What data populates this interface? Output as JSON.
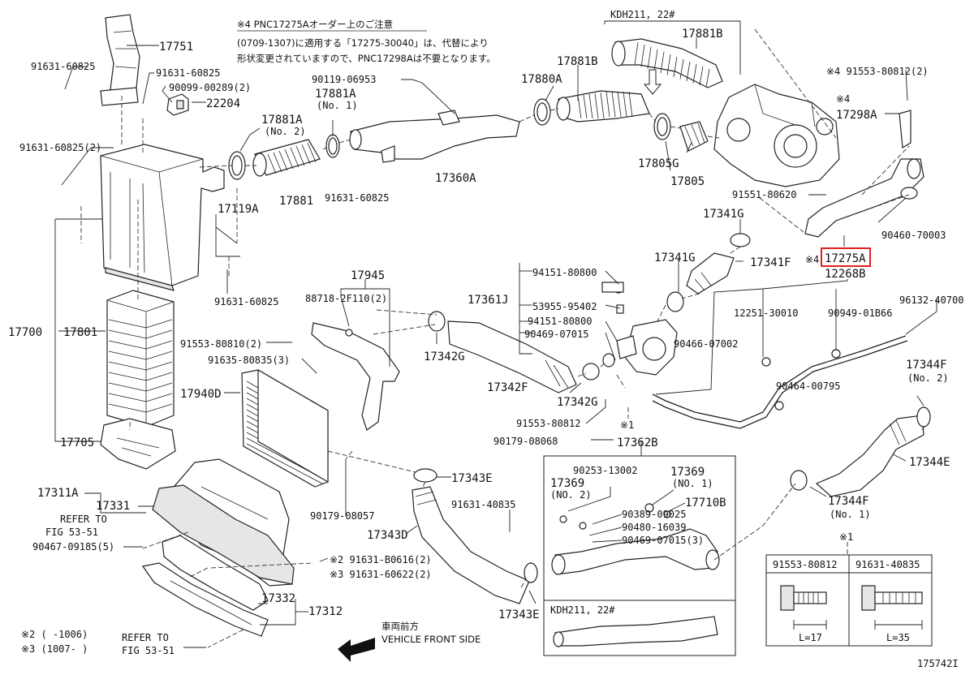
{
  "diagram_id": "175742I",
  "header_note": {
    "title": "※4 PNC17275Aオーダー上のご注意",
    "line1": "(0709-1307)に適用する「17275-30040」は、代替により",
    "line2": "形状変更されていますので、PNC17298Aは不要となります。"
  },
  "variant_labels": {
    "top": "KDH211, 22#",
    "bottom_box": "KDH211, 22#"
  },
  "highlight": {
    "part": "17275A",
    "color": "#e02020"
  },
  "direction": {
    "jp": "車両前方",
    "en": "VEHICLE FRONT SIDE"
  },
  "footnotes": {
    "n2": "※2 (     -1006)",
    "n3": "※3 (1007-     )"
  },
  "detail_box": {
    "marker": "※1",
    "left": {
      "part": "91553-80812",
      "len": "L=17"
    },
    "right": {
      "part": "91631-40835",
      "len": "L=35"
    }
  },
  "labels": [
    {
      "id": "91631-60825-a",
      "text": "91631-60825"
    },
    {
      "id": "17751",
      "text": "17751"
    },
    {
      "id": "91631-60825-b",
      "text": "91631-60825"
    },
    {
      "id": "90099-00289",
      "text": "90099-00289(2)"
    },
    {
      "id": "22204",
      "text": "22204"
    },
    {
      "id": "91631-60825-c",
      "text": "91631-60825(2)"
    },
    {
      "id": "17881A-no2",
      "text": "17881A"
    },
    {
      "id": "no2-a",
      "text": "(No. 2)"
    },
    {
      "id": "17881A-no1",
      "text": "17881A"
    },
    {
      "id": "no1-a",
      "text": "(No. 1)"
    },
    {
      "id": "90119-06953",
      "text": "90119-06953"
    },
    {
      "id": "17880A",
      "text": "17880A"
    },
    {
      "id": "17881B-top",
      "text": "17881B"
    },
    {
      "id": "17881B",
      "text": "17881B"
    },
    {
      "id": "17881",
      "text": "17881"
    },
    {
      "id": "91631-60825-d",
      "text": "91631-60825"
    },
    {
      "id": "17360A",
      "text": "17360A"
    },
    {
      "id": "17805G",
      "text": "17805G"
    },
    {
      "id": "17805",
      "text": "17805"
    },
    {
      "id": "91553-80812-n4",
      "text": "※4 91553-80812(2)"
    },
    {
      "id": "n4-17298A-a",
      "text": "※4"
    },
    {
      "id": "17298A",
      "text": "17298A"
    },
    {
      "id": "91551-80620",
      "text": "91551-80620"
    },
    {
      "id": "90460-70003",
      "text": "90460-70003"
    },
    {
      "id": "17119A",
      "text": "17119A"
    },
    {
      "id": "91631-60825-e",
      "text": "91631-60825"
    },
    {
      "id": "17341G-a",
      "text": "17341G"
    },
    {
      "id": "17341G-b",
      "text": "17341G"
    },
    {
      "id": "17341F",
      "text": "17341F"
    },
    {
      "id": "n4-17275A",
      "text": "※4"
    },
    {
      "id": "17275A",
      "text": "17275A"
    },
    {
      "id": "12268B",
      "text": "12268B"
    },
    {
      "id": "17945",
      "text": "17945"
    },
    {
      "id": "88718-2F110",
      "text": "88718-2F110(2)"
    },
    {
      "id": "17361J",
      "text": "17361J"
    },
    {
      "id": "94151-80800-a",
      "text": "94151-80800"
    },
    {
      "id": "53955-95402",
      "text": "53955-95402"
    },
    {
      "id": "94151-80800-b",
      "text": "94151-80800"
    },
    {
      "id": "90469-07015-a",
      "text": "90469-07015"
    },
    {
      "id": "12251-30010",
      "text": "12251-30010"
    },
    {
      "id": "90949-01B66",
      "text": "90949-01B66"
    },
    {
      "id": "96132-40700",
      "text": "96132-40700"
    },
    {
      "id": "90466-07002",
      "text": "90466-07002"
    },
    {
      "id": "17700",
      "text": "17700"
    },
    {
      "id": "17801",
      "text": "17801"
    },
    {
      "id": "91553-80810",
      "text": "91553-80810(2)"
    },
    {
      "id": "91635-80835",
      "text": "91635-80835(3)"
    },
    {
      "id": "17342G-a",
      "text": "17342G"
    },
    {
      "id": "17342F",
      "text": "17342F"
    },
    {
      "id": "17342G-b",
      "text": "17342G"
    },
    {
      "id": "17940D",
      "text": "17940D"
    },
    {
      "id": "90464-00795",
      "text": "90464-00795"
    },
    {
      "id": "17344F-top",
      "text": "17344F"
    },
    {
      "id": "no2-b",
      "text": "(No. 2)"
    },
    {
      "id": "91553-80812-x1",
      "text": "91553-80812"
    },
    {
      "id": "x1-a",
      "text": "※1"
    },
    {
      "id": "17705",
      "text": "17705"
    },
    {
      "id": "90179-08068",
      "text": "90179-08068"
    },
    {
      "id": "17362B",
      "text": "17362B"
    },
    {
      "id": "17344E",
      "text": "17344E"
    },
    {
      "id": "17343E-a",
      "text": "17343E"
    },
    {
      "id": "90253-13002",
      "text": "90253-13002"
    },
    {
      "id": "17369-no2",
      "text": "17369"
    },
    {
      "id": "no2-c",
      "text": "(NO. 2)"
    },
    {
      "id": "17369-no1",
      "text": "17369"
    },
    {
      "id": "no1-b",
      "text": "(NO. 1)"
    },
    {
      "id": "17311A",
      "text": "17311A"
    },
    {
      "id": "17331",
      "text": "17331"
    },
    {
      "id": "91631-40835",
      "text": "91631-40835"
    },
    {
      "id": "17710B",
      "text": "17710B"
    },
    {
      "id": "17344F-bot",
      "text": "17344F"
    },
    {
      "id": "no1-c",
      "text": "(No. 1)"
    },
    {
      "id": "refer-a1",
      "text": "REFER TO"
    },
    {
      "id": "refer-a2",
      "text": "FIG 53-51"
    },
    {
      "id": "90389-09025",
      "text": "90389-09025"
    },
    {
      "id": "90480-16039",
      "text": "90480-16039"
    },
    {
      "id": "90467-09185",
      "text": "90467-09185(5)"
    },
    {
      "id": "17343D",
      "text": "17343D"
    },
    {
      "id": "90469-07015-b",
      "text": "90469-07015(3)"
    },
    {
      "id": "90179-08057",
      "text": "90179-08057"
    },
    {
      "id": "91631-B0616",
      "text": "※2 91631-B0616(2)"
    },
    {
      "id": "91631-60622",
      "text": "※3 91631-60622(2)"
    },
    {
      "id": "17332",
      "text": "17332"
    },
    {
      "id": "17312",
      "text": "17312"
    },
    {
      "id": "17343E-b",
      "text": "17343E"
    },
    {
      "id": "refer-b1",
      "text": "REFER TO"
    },
    {
      "id": "refer-b2",
      "text": "FIG 53-51"
    }
  ]
}
